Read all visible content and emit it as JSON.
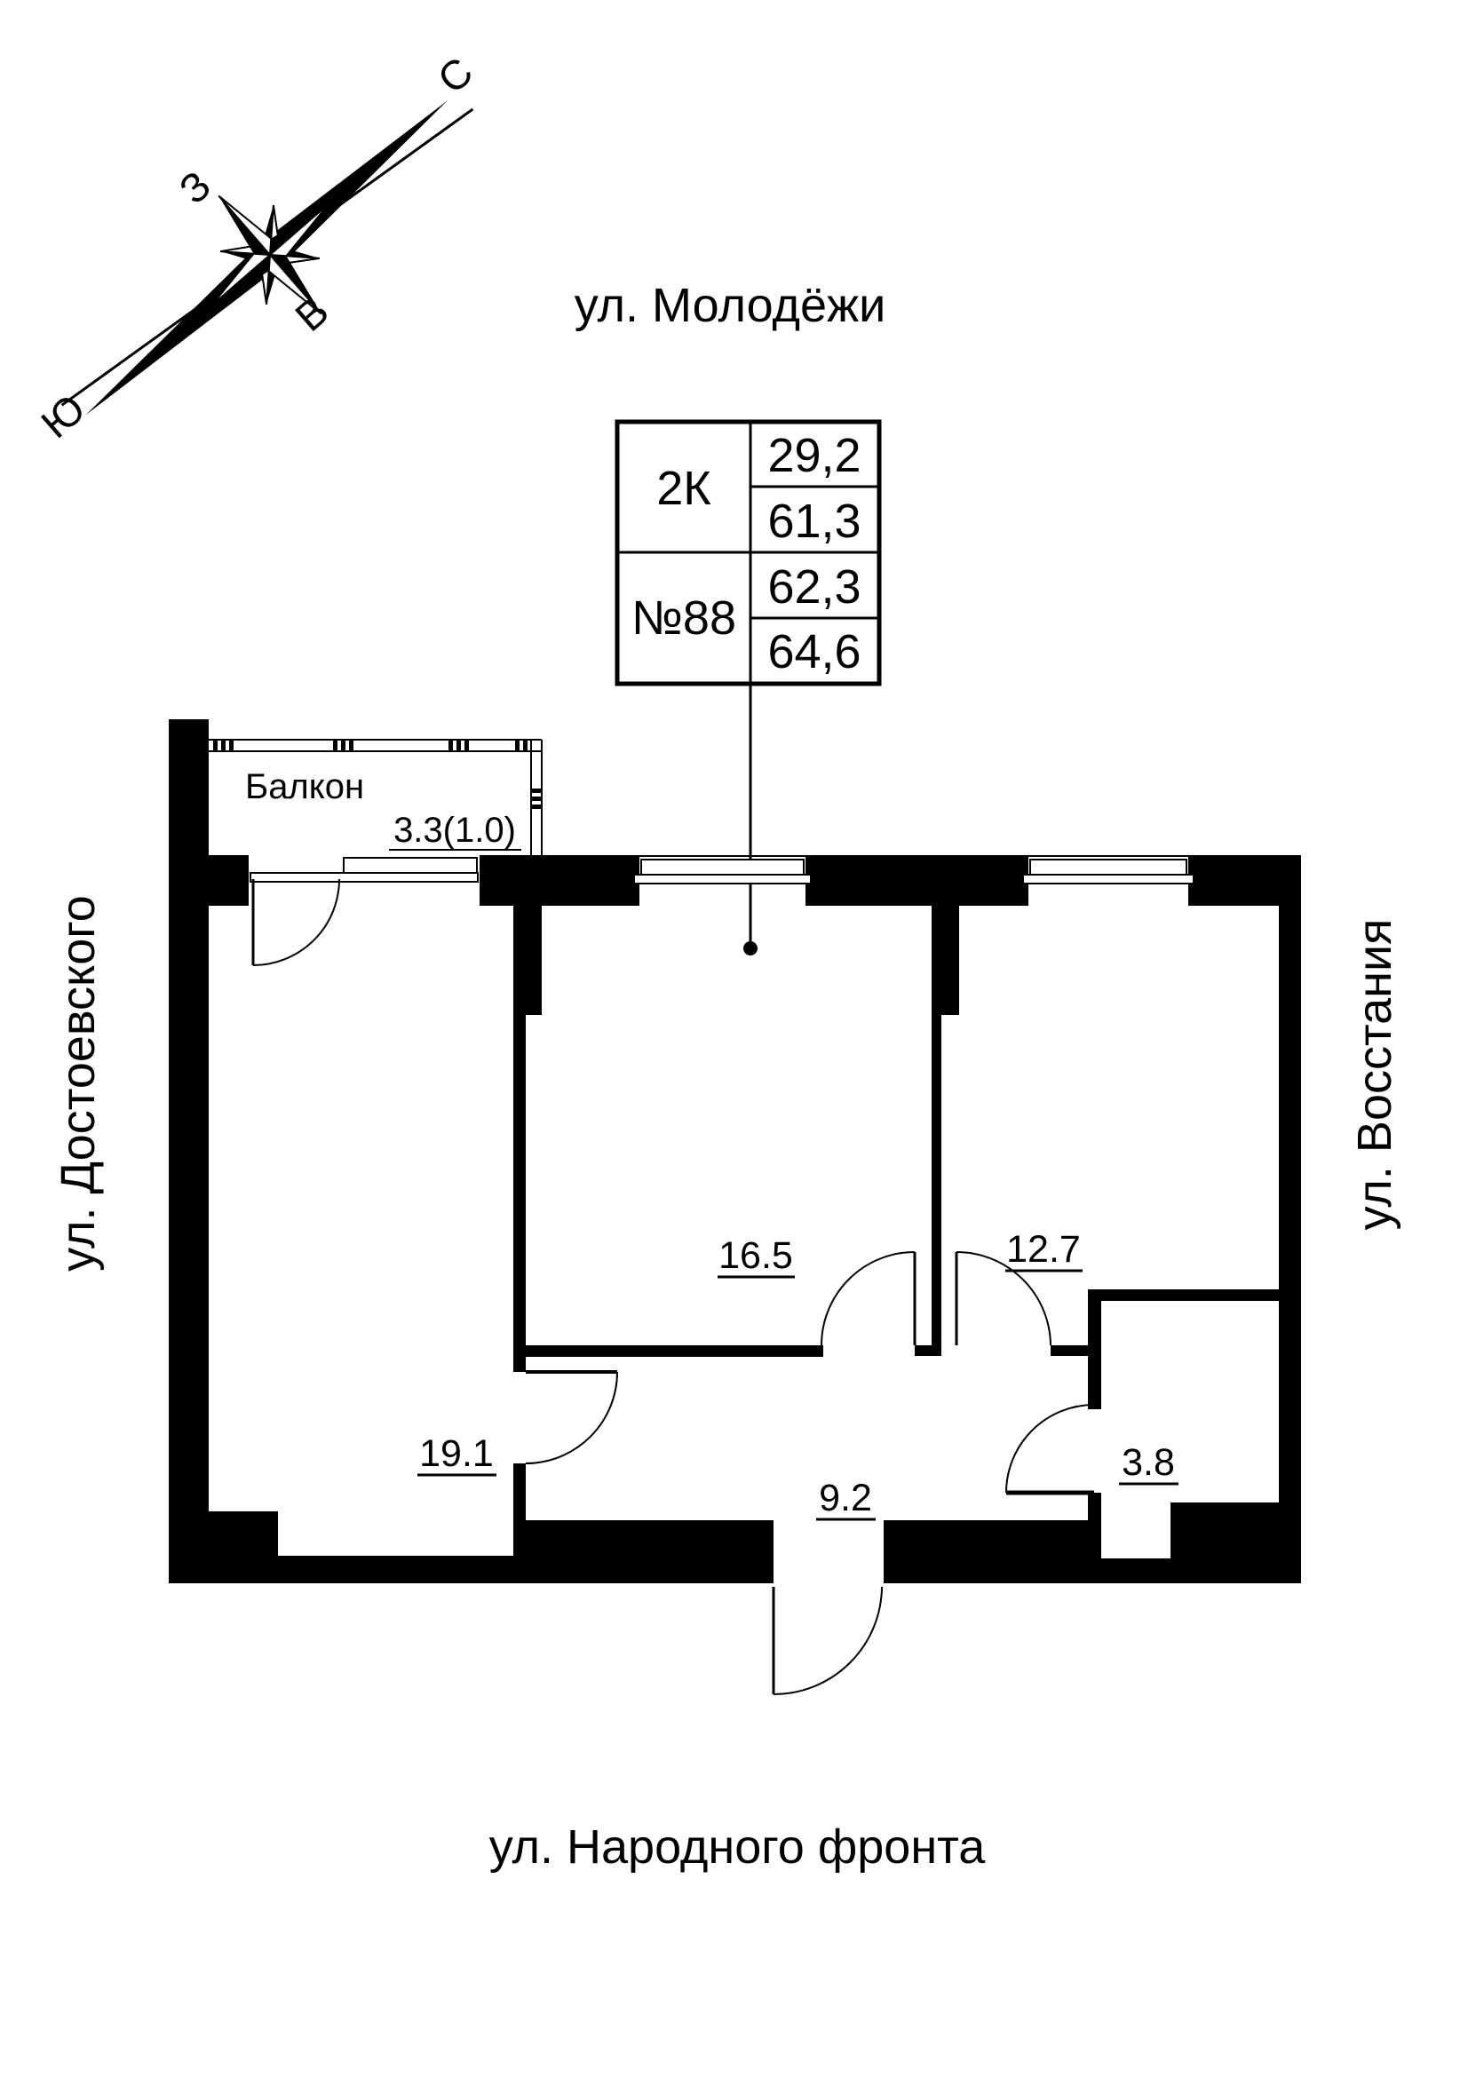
{
  "compass": {
    "north": "С",
    "west": "З",
    "east": "В",
    "south": "Ю"
  },
  "streets": {
    "top": "ул. Молодёжи",
    "left": "ул. Достоевского",
    "right": "ул. Восстания",
    "bottom": "ул. Народного фронта"
  },
  "unit_table": {
    "type": "2К",
    "number": "№88",
    "areas": [
      "29,2",
      "61,3",
      "62,3",
      "64,6"
    ]
  },
  "rooms": {
    "balcony_label": "Балкон",
    "balcony_area": "3.3(1.0)",
    "living_room": "19.1",
    "bedroom": "16.5",
    "bedroom2": "12.7",
    "hall": "9.2",
    "bathroom": "3.8"
  },
  "colors": {
    "ink": "#000000",
    "paper": "#ffffff"
  }
}
